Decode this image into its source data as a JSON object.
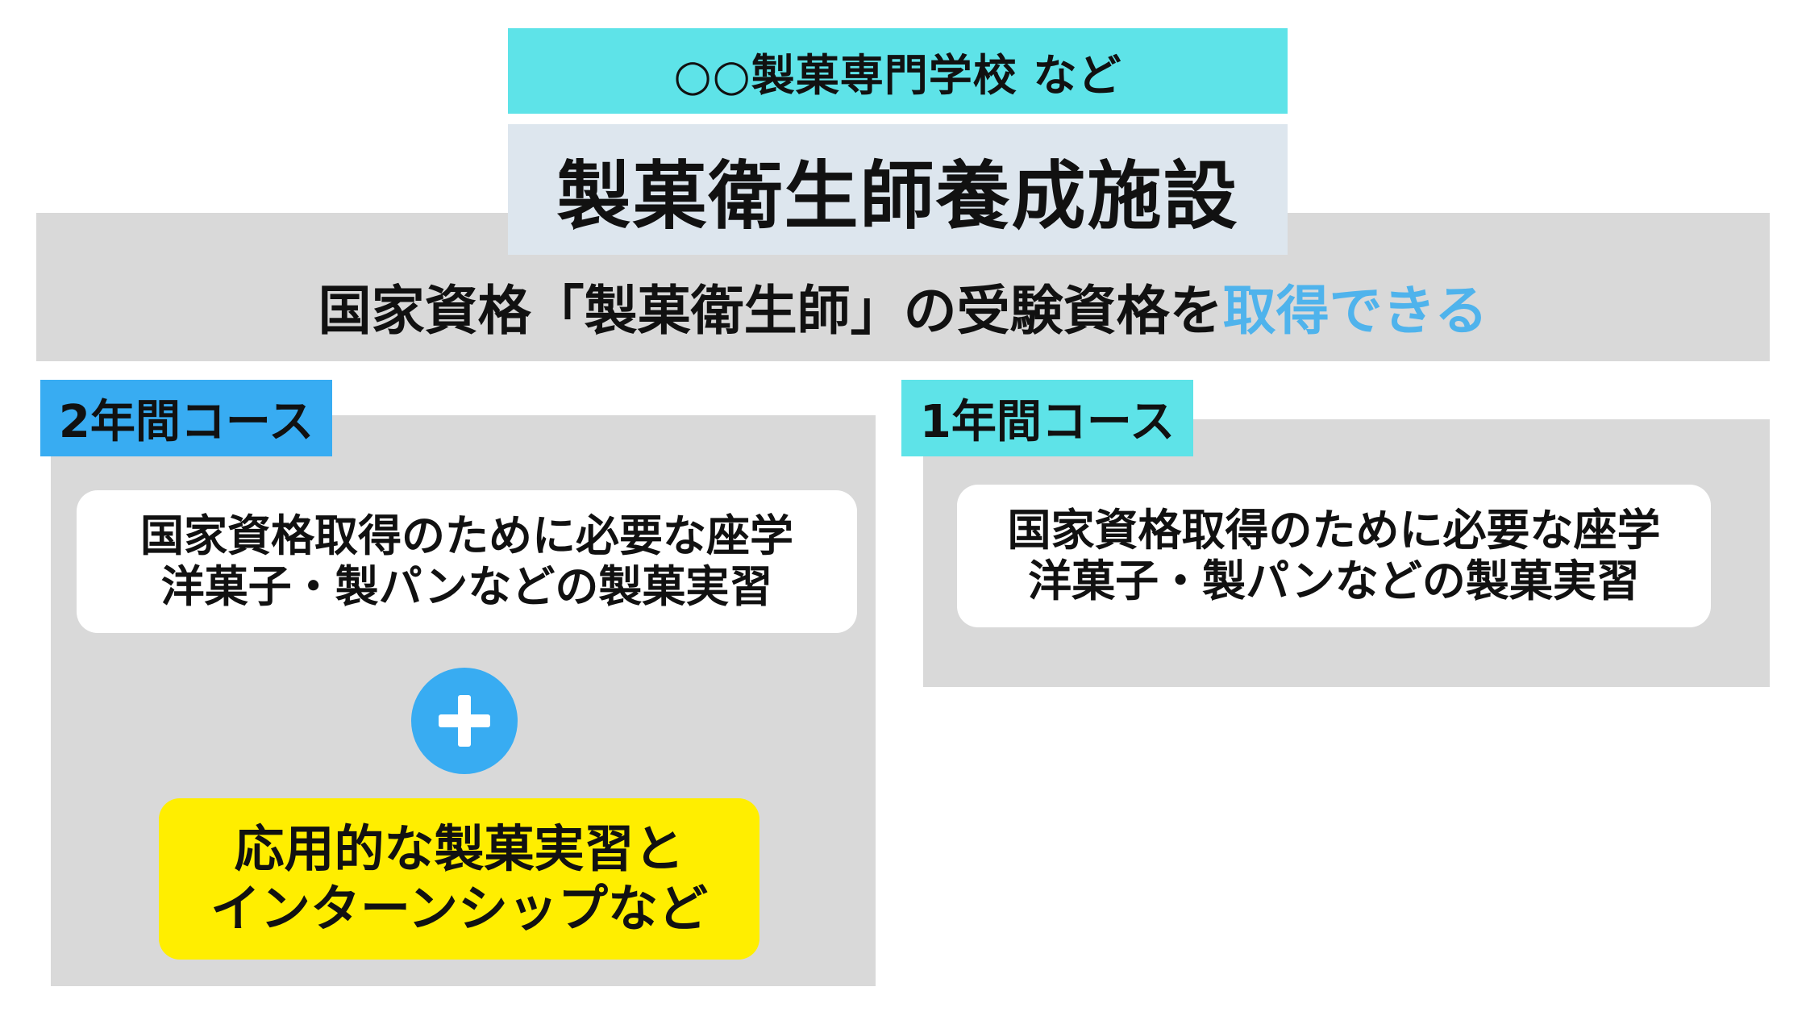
{
  "header": {
    "school_label": "○○製菓専門学校 など",
    "facility_title": "製菓衛生師養成施設",
    "qualification_main": "国家資格「製菓衛生師」の受験資格を",
    "qualification_highlight": "取得できる"
  },
  "course_2yr": {
    "badge": "2年間コース",
    "card_line1": "国家資格取得のために必要な座学",
    "card_line2": "洋菓子・製パンなどの製菓実習",
    "extra_line1": "応用的な製菓実習と",
    "extra_line2": "インターンシップなど"
  },
  "course_1yr": {
    "badge": "1年間コース",
    "card_line1": "国家資格取得のために必要な座学",
    "card_line2": "洋菓子・製パンなどの製菓実習"
  },
  "colors": {
    "cyan": "#5ee3e8",
    "blue": "#38acf2",
    "highlight_text": "#4fb3ec",
    "panel_gray": "#d9d9d9",
    "title_bg": "#dde6ee",
    "yellow": "#ffee00"
  },
  "icons": {
    "plus": "plus-icon"
  }
}
